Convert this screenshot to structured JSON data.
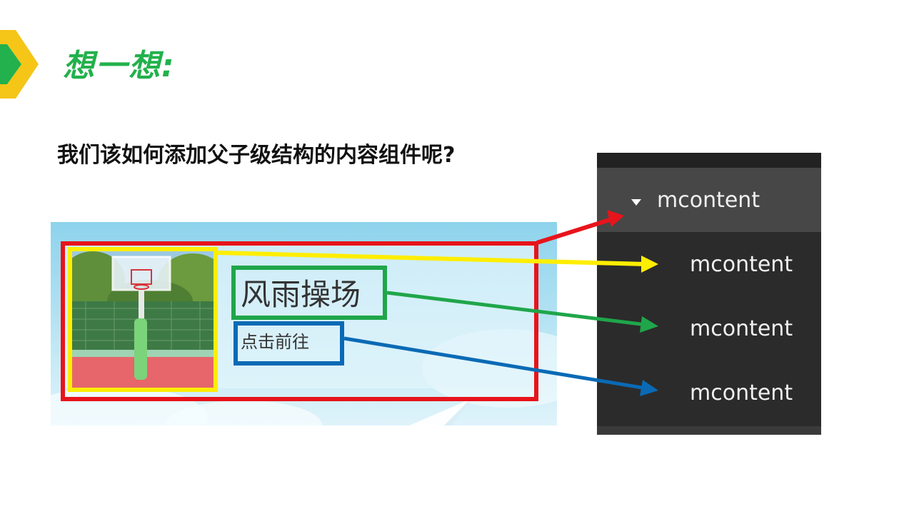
{
  "slide": {
    "heading": "想一想:",
    "question": "我们该如何添加父子级结构的内容组件呢?"
  },
  "card": {
    "title": "风雨操场",
    "link": "点击前往"
  },
  "tree": {
    "parent_label": "mcontent",
    "children": [
      {
        "label": "mcontent"
      },
      {
        "label": "mcontent"
      },
      {
        "label": "mcontent"
      }
    ]
  },
  "colors": {
    "heading_green": "#22b14c",
    "box_red": "#e8141b",
    "box_yellow": "#ffee00",
    "box_green": "#1fa64a",
    "box_blue": "#0a6ab5",
    "chevron_yellow": "#f5c518"
  }
}
